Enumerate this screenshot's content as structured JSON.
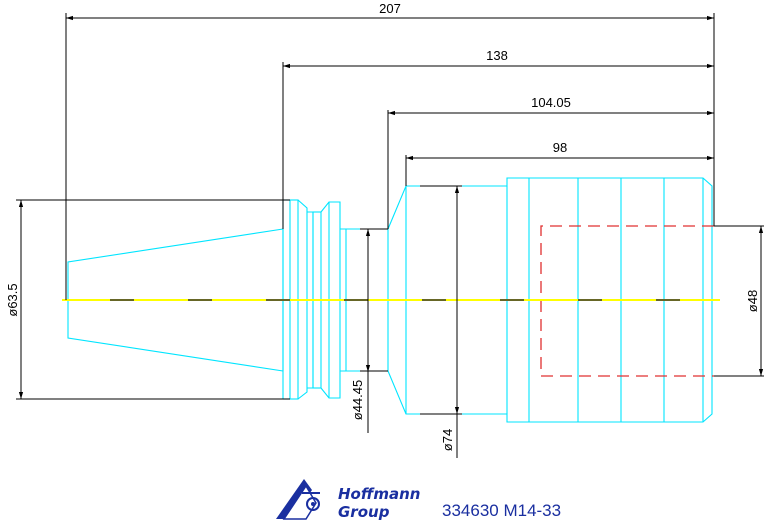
{
  "drawing": {
    "background": "#ffffff",
    "colors": {
      "part_outline": "#00e5ff",
      "dimension_lines": "#000000",
      "centerline": "#ffff00",
      "centerline_dash": "#333333",
      "hidden_bore": "#e03030",
      "brand": "#1a2fa0"
    },
    "dimensions": {
      "total_length": "207",
      "length_138": "138",
      "length_104": "104.05",
      "length_98": "98",
      "dia_flange": "ø63.5",
      "dia_neck": "ø44.45",
      "dia_body": "ø74",
      "dia_bore": "ø48"
    }
  },
  "footer": {
    "brand_line1": "Hoffmann",
    "brand_line2": "Group",
    "part_number": "334630 M14-33"
  }
}
